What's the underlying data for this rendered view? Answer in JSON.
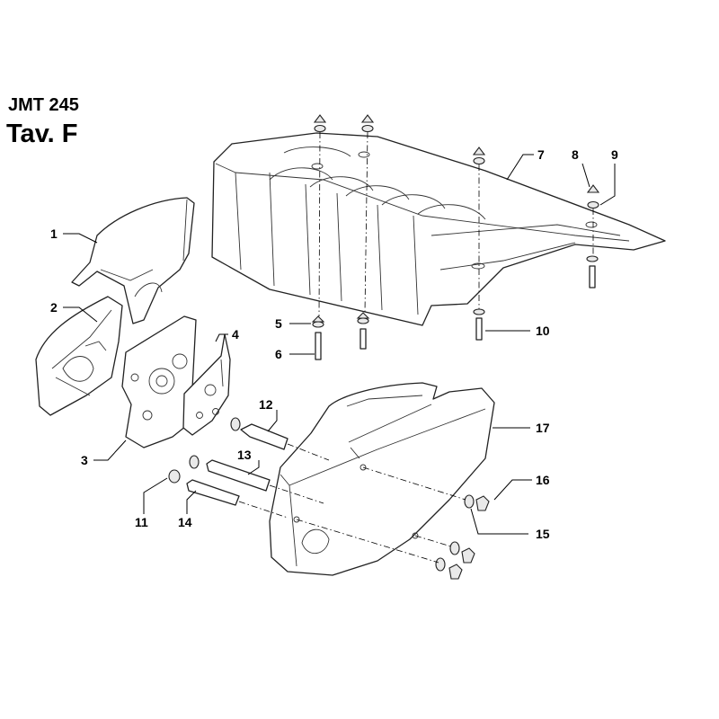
{
  "title": {
    "model": "JMT 245",
    "table": "Tav. F"
  },
  "callouts": [
    "1",
    "2",
    "3",
    "4",
    "5",
    "6",
    "7",
    "8",
    "9",
    "10",
    "11",
    "12",
    "13",
    "14",
    "15",
    "16",
    "17"
  ]
}
